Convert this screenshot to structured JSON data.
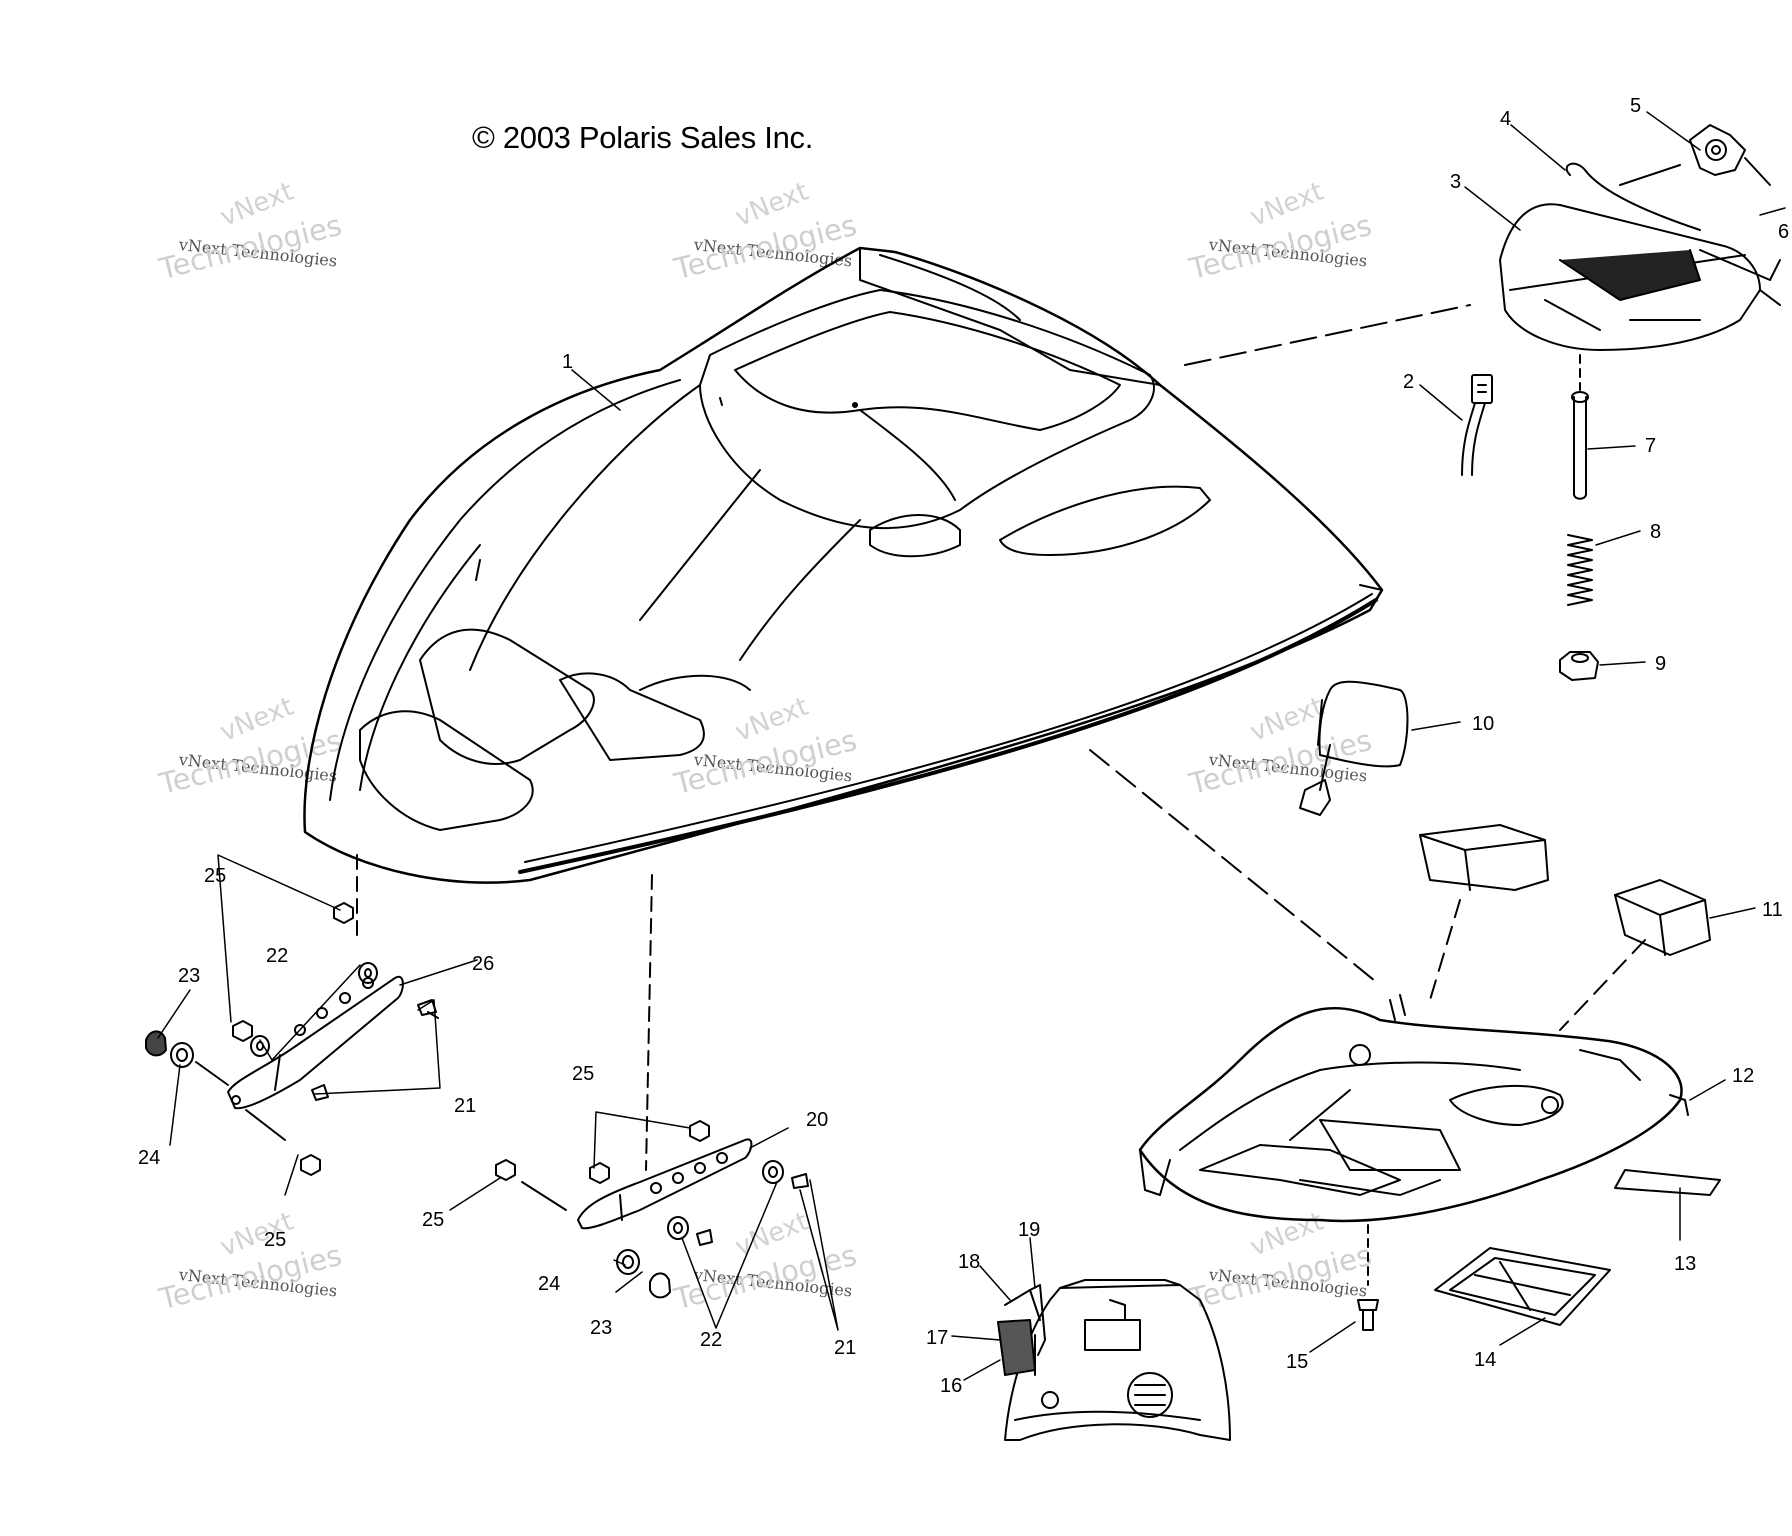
{
  "copyright": "© 2003 Polaris Sales Inc.",
  "watermark": {
    "line1": "vNext",
    "line2": "vNext Technologies",
    "line3": "Technologies"
  },
  "callouts": [
    "1",
    "2",
    "3",
    "4",
    "5",
    "6",
    "7",
    "8",
    "9",
    "10",
    "11",
    "12",
    "13",
    "14",
    "15",
    "16",
    "17",
    "18",
    "19",
    "20",
    "21",
    "21",
    "22",
    "22",
    "23",
    "23",
    "24",
    "24",
    "25",
    "25",
    "25",
    "25",
    "26"
  ]
}
